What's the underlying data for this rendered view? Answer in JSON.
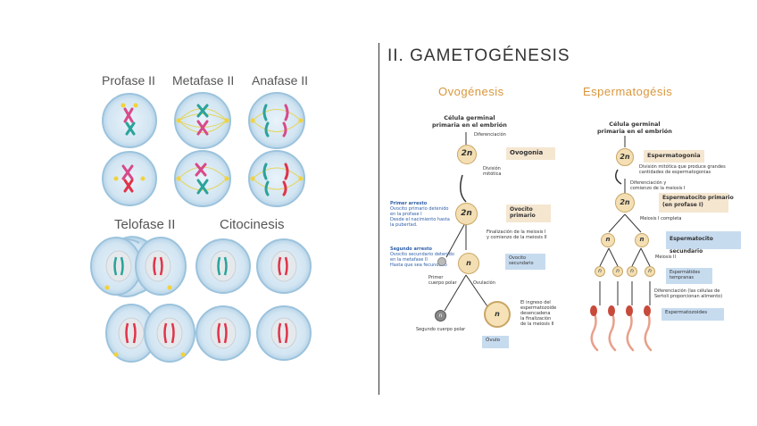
{
  "slide_title": "II. GAMETOGÉNESIS",
  "left_panel": {
    "phases": [
      "Profase II",
      "Metafase II",
      "Anafase II",
      "Telofase II",
      "Citocinesis"
    ]
  },
  "ovogenesis": {
    "title": "Ovogénesis",
    "origin": "Célula germinal\nprimaria en el embrión",
    "diferenciacion": "Diferenciación",
    "ovogonia": "Ovogonia",
    "division_mitotica": "División\nmitótica",
    "primer_arresto": "Primer arresto",
    "primer_arresto_desc": "Ovocito primario detenido\nen la profase I\nDesde el nacimiento hasta\nla pubertad.",
    "ovocito_primario": "Ovocito\nprimario",
    "finalizacion_meiosis1": "Finalización de la meiosis I\ny comienzo de la meiosis II",
    "segundo_arresto": "Segundo arresto",
    "segundo_arresto_desc": "Ovocito secundario detenido\nen la metafase II\nHasta que sea fecundado",
    "ovocito_secundario": "Ovocito\nsecundario",
    "primer_cuerpo_polar": "Primer\ncuerpo polar",
    "ovulacion": "Ovulación",
    "ingreso_esperma": "El ingreso del\nespermatozoide\ndesencadena\nla finalización\nde la meiosis II",
    "segundo_cuerpo_polar": "Segundo cuerpo polar",
    "ovulo": "Óvulo",
    "ploidy_2n": "2n",
    "ploidy_n": "n"
  },
  "espermatogenesis": {
    "title": "Espermatogésis",
    "origin": "Célula germinal\nprimaria en el embrión",
    "espermatogonia": "Espermatogonia",
    "division_desc": "División mitótica que produce grandes\ncantidades de espermatogonias",
    "diferenciacion_desc": "Diferenciación y\ncomienzo de la meiosis I",
    "espermatocito_primario": "Espermatocito primario\n(en profase I)",
    "meiosis1_completa": "Meiosis I completa",
    "espermatocito_secundario": "Espermatocito secundario",
    "meiosis2": "Meiosis II",
    "espermatidas": "Espermátides\ntempranas",
    "diferenciacion_celulas": "Diferenciación (las células de\nSertoli proporcionan alimento)",
    "espermatozoides": "Espermatozoides",
    "ploidy_2n": "2n",
    "ploidy_n": "n"
  }
}
